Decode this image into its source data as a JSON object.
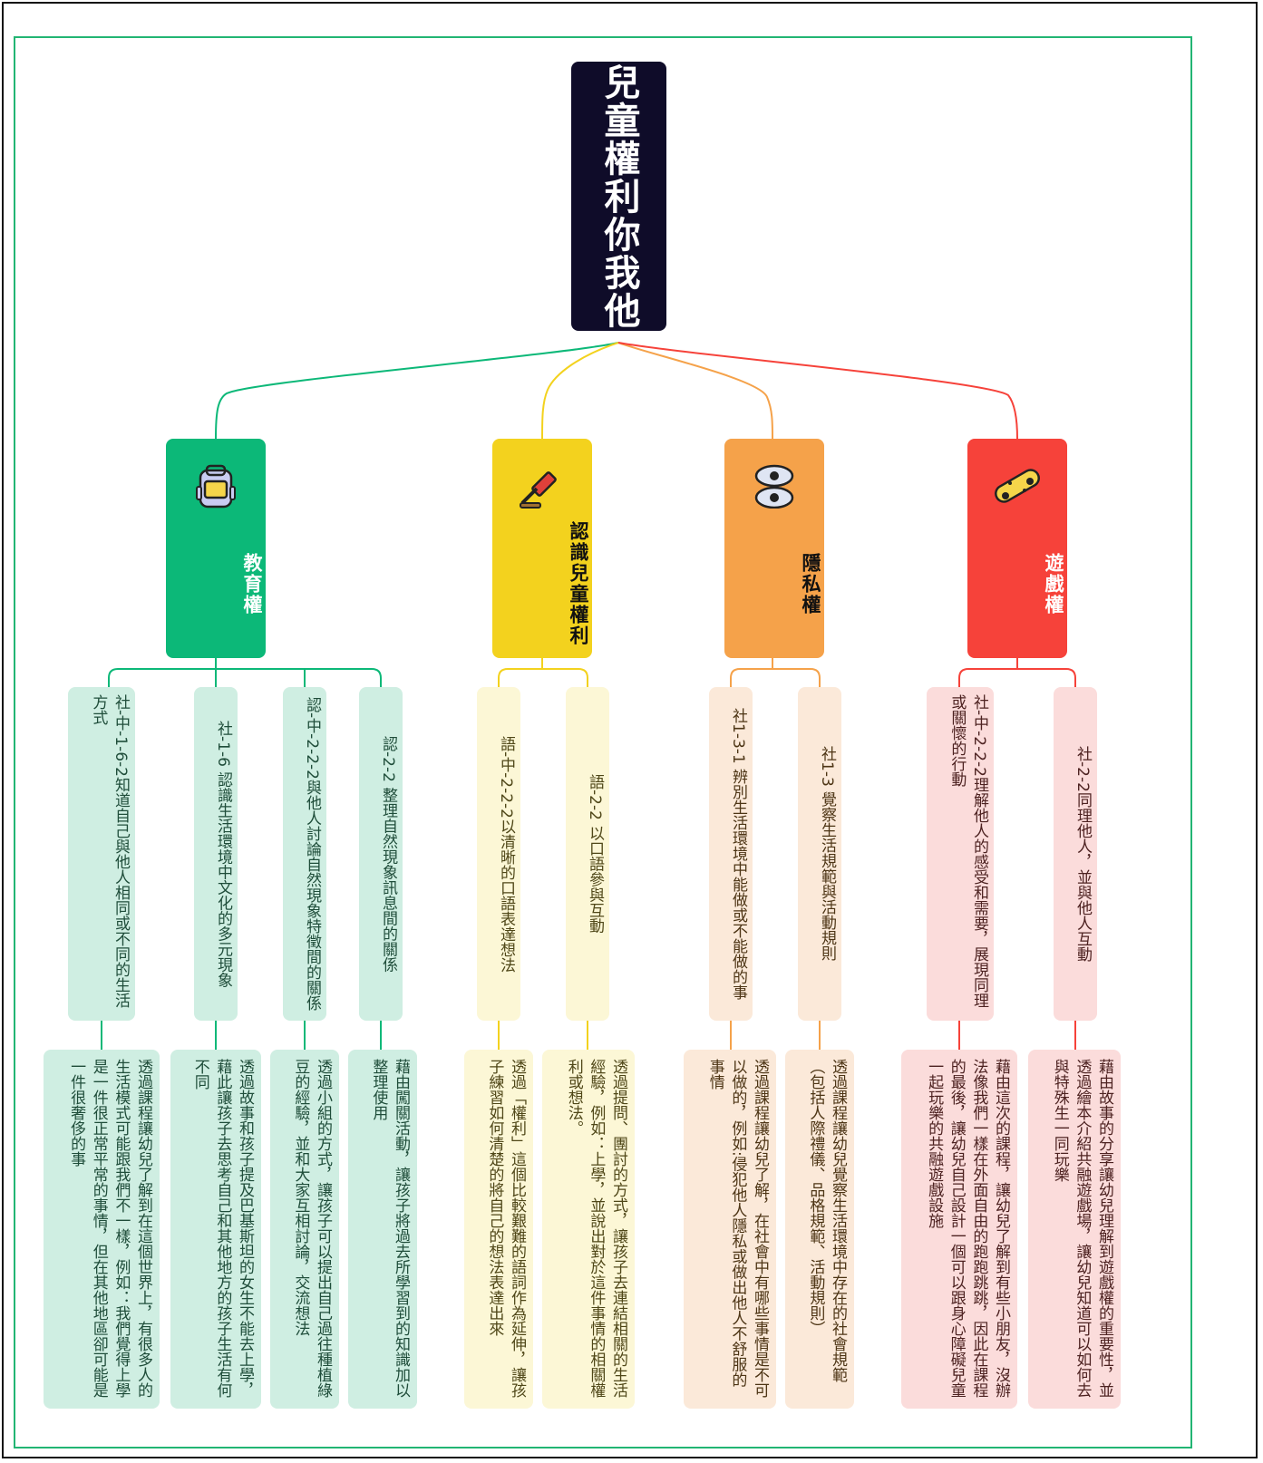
{
  "root": {
    "title": "兒童權利你我他"
  },
  "categories": [
    {
      "label": "教育權",
      "icon": "backpack-icon",
      "color": "#0cb878",
      "subs": [
        {
          "text": "社-中-1-6-2知道自己與他人相同或不同的生活方式",
          "leaf": "透過課程讓幼兒了解到在這個世界上，有很多人的生活模式可能跟我們不一樣，例如：我們覺得上學是一件很正常平常的事情，但在其他地區卻可能是一件很奢侈的事"
        },
        {
          "text": "社-1-6 認識生活環境中文化的多元現象",
          "leaf": "透過故事和孩子提及巴基斯坦的女生不能去上學，藉此讓孩子去思考自己和其他地方的孩子生活有何不同"
        },
        {
          "text": "認-中-2-2-2與他人討論自然現象特徵間的關係",
          "leaf": "透過小組的方式，讓孩子可以提出自己過往種植綠豆的經驗，並和大家互相討論，交流想法"
        },
        {
          "text": "認-2-2 整理自然現象訊息間的關係",
          "leaf": "藉由闖關活動，讓孩子將過去所學習到的知識加以整理使用"
        }
      ]
    },
    {
      "label": "認識兒童權利",
      "icon": "gavel-icon",
      "color": "#f3d21e",
      "subs": [
        {
          "text": "語-中-2-2-2以清晰的口語表達想法",
          "leaf": "透過「權利」這個比較艱難的語詞作為延伸，讓孩子練習如何清楚的將自己的想法表達出來"
        },
        {
          "text": "語-2-2 以口語參與互動",
          "leaf": "透過提問、團討的方式，讓孩子去連結相關的生活經驗，例如：上學，並說出對於這件事情的相關權利或想法。"
        }
      ]
    },
    {
      "label": "隱私權",
      "icon": "eyes-icon",
      "color": "#f5a24a",
      "subs": [
        {
          "text": "社1-3-1 辨別生活環境中能做或不能做的事",
          "leaf": "透過課程讓幼兒了解，在社會中有哪些事情是不可以做的，例如:侵犯他人隱私或做出他人不舒服的事情"
        },
        {
          "text": "社1-3 覺察生活規範與活動規則",
          "leaf": "透過課程讓幼兒覺察生活環境中存在的社會規範（包括人際禮儀、品格規範、活動規則）"
        }
      ]
    },
    {
      "label": "遊戲權",
      "icon": "skateboard-icon",
      "color": "#f6423a",
      "subs": [
        {
          "text": "社-中-2-2-2理解他人的感受和需要，展現同理或關懷的行動",
          "leaf": "藉由這次的課程，讓幼兒了解到有些小朋友，沒辦法像我們一樣在外面自由的跑跑跳跳，因此在課程的最後，讓幼兒自己設計一個可以跟身心障礙兒童一起玩樂的共融遊戲設施"
        },
        {
          "text": "社-2-2同理他人，並與他人互動",
          "leaf": "藉由故事的分享讓幼兒理解到遊戲權的重要性，並透過繪本介紹共融遊戲場，讓幼兒知道可以如何去與特殊生一同玩樂"
        }
      ]
    }
  ]
}
